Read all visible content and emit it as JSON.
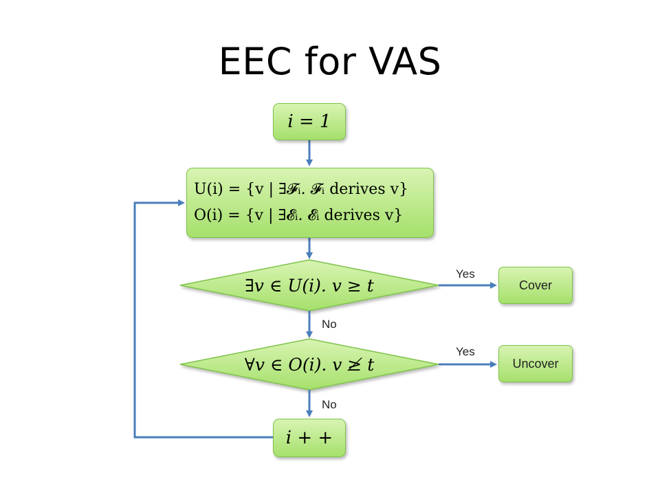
{
  "title": "EEC for VAS",
  "nodes": {
    "init": "i = 1",
    "sets_line1": "U(i) = {v | ∃𝓕ᵢ. 𝓕ᵢ derives v}",
    "sets_line2": "O(i) = {v | ∃𝓔ᵢ. 𝓔ᵢ derives v}",
    "cover_check": "∃v ∈ U(i). v ≥ t",
    "uncover_check": "∀v ∈ O(i). v ≱ t",
    "increment": "i + +",
    "cover": "Cover",
    "uncover": "Uncover"
  },
  "edges": {
    "yes_cover": "Yes",
    "no_after_cover": "No",
    "yes_uncover": "Yes",
    "no_after_uncover": "No"
  },
  "colors": {
    "box_fill_top": "#d8f4b2",
    "box_fill_bottom": "#a6e06c",
    "box_border": "#7ec24a",
    "arrow": "#4a7ebb"
  }
}
